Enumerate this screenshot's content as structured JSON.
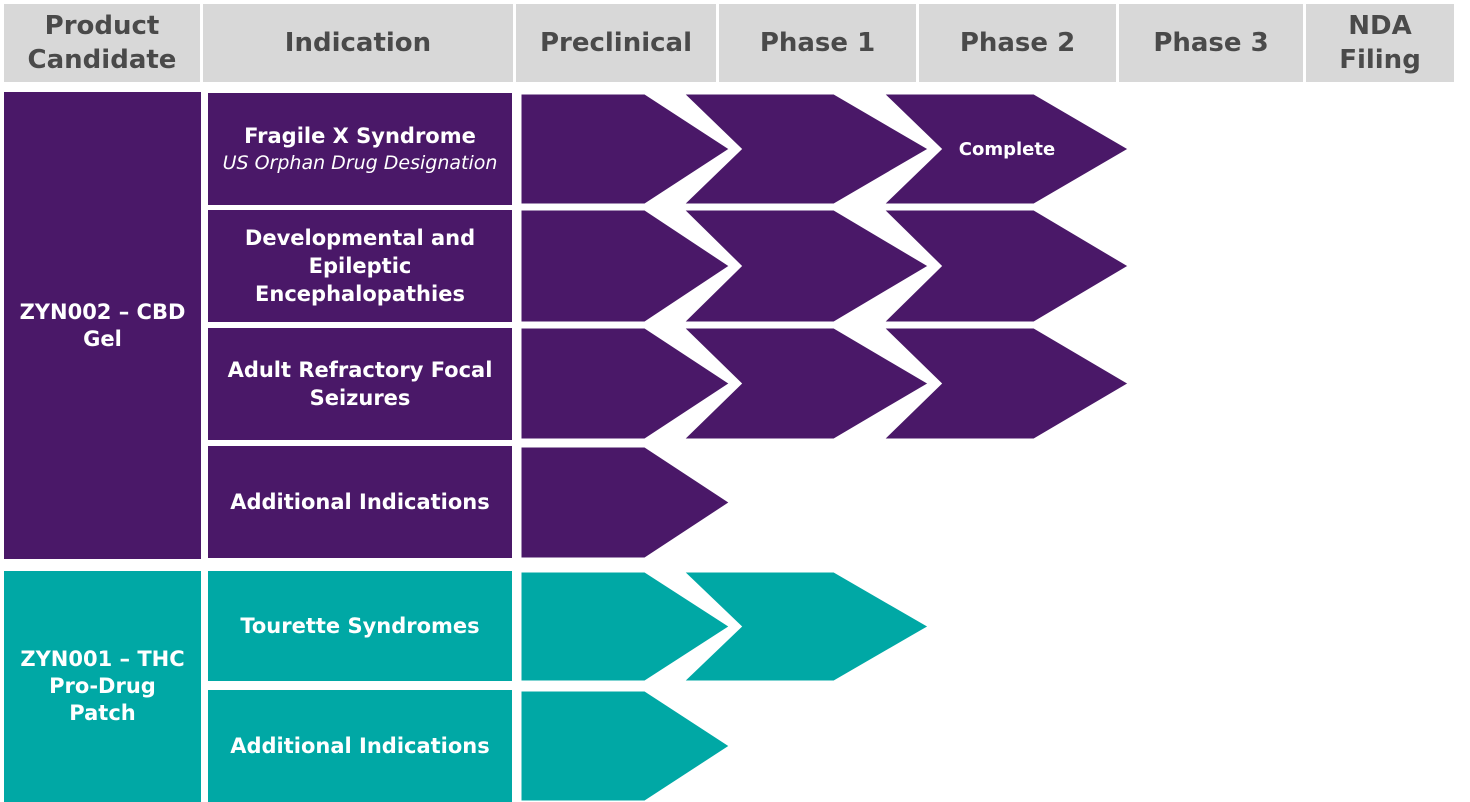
{
  "header": {
    "product_candidate": "Product Candidate",
    "indication": "Indication",
    "preclinical": "Preclinical",
    "phase1": "Phase 1",
    "phase2": "Phase 2",
    "phase3": "Phase 3",
    "nda_filing": "NDA Filing"
  },
  "candidates": [
    {
      "name": "ZYN002 – CBD Gel",
      "color": "#4a1868",
      "indications": [
        {
          "title": "Fragile X Syndrome",
          "subtitle": "US Orphan Drug Designation",
          "stages_reached": 3,
          "status": "Complete"
        },
        {
          "title": "Developmental and Epileptic Encephalopathies",
          "subtitle": "",
          "stages_reached": 3,
          "status": ""
        },
        {
          "title": "Adult Refractory Focal Seizures",
          "subtitle": "",
          "stages_reached": 3,
          "status": ""
        },
        {
          "title": "Additional Indications",
          "subtitle": "",
          "stages_reached": 1,
          "status": ""
        }
      ]
    },
    {
      "name": "ZYN001 – THC Pro-Drug Patch",
      "color": "#00a8a5",
      "indications": [
        {
          "title": "Tourette Syndromes",
          "subtitle": "",
          "stages_reached": 2,
          "status": ""
        },
        {
          "title": "Additional Indications",
          "subtitle": "",
          "stages_reached": 1,
          "status": ""
        }
      ]
    }
  ],
  "colors": {
    "header_bg": "#d8d8d8",
    "header_text": "#4a4a4a",
    "purple": "#4a1868",
    "teal": "#00a8a5"
  }
}
